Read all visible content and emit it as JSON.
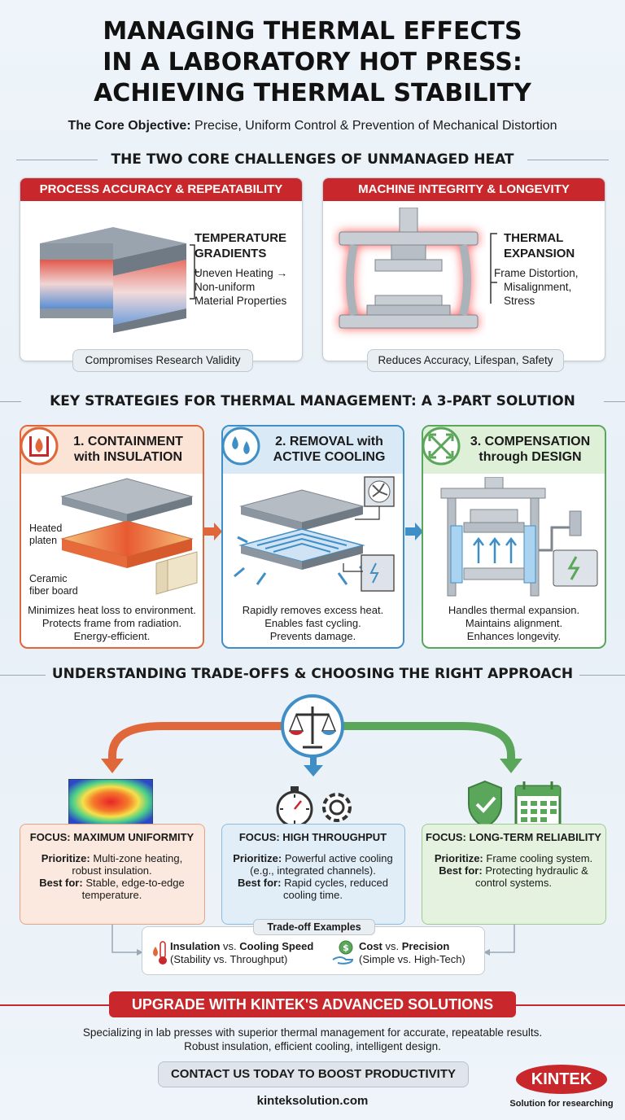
{
  "title": {
    "line1": "MANAGING THERMAL EFFECTS",
    "line2": "IN A LABORATORY HOT PRESS:",
    "line3": "ACHIEVING THERMAL STABILITY"
  },
  "objective": {
    "label": "The Core Objective:",
    "text": "Precise, Uniform Control & Prevention of Mechanical Distortion"
  },
  "challenges": {
    "heading": "THE TWO CORE CHALLENGES OF UNMANAGED HEAT",
    "left": {
      "header": "PROCESS ACCURACY & REPEATABILITY",
      "label1": "TEMPERATURE",
      "label2": "GRADIENTS",
      "desc1": "Uneven Heating →",
      "desc2": "Non-uniform",
      "desc3": "Material Properties",
      "footer": "Compromises Research Validity"
    },
    "right": {
      "header": "MACHINE INTEGRITY & LONGEVITY",
      "label1": "THERMAL",
      "label2": "EXPANSION",
      "desc1": "Frame Distortion,",
      "desc2": "Misalignment,",
      "desc3": "Stress",
      "footer": "Reduces Accuracy, Lifespan, Safety"
    }
  },
  "strategies": {
    "heading": "KEY STRATEGIES FOR THERMAL MANAGEMENT: A 3-PART SOLUTION",
    "items": [
      {
        "title1": "1. CONTAINMENT",
        "title2": "with INSULATION",
        "label_a1": "Heated",
        "label_a2": "platen",
        "label_b1": "Ceramic",
        "label_b2": "fiber board",
        "text1": "Minimizes heat loss to environment.",
        "text2": "Protects frame from radiation.",
        "text3": "Energy-efficient.",
        "color": "#e0673a"
      },
      {
        "title1": "2. REMOVAL with",
        "title2": "ACTIVE COOLING",
        "text1": "Rapidly removes excess heat.",
        "text2": "Enables fast cycling.",
        "text3": "Prevents damage.",
        "color": "#3f8fc6"
      },
      {
        "title1": "3. COMPENSATION",
        "title2": "through DESIGN",
        "text1": "Handles thermal expansion.",
        "text2": "Maintains alignment.",
        "text3": "Enhances longevity.",
        "color": "#5aa65a"
      }
    ]
  },
  "tradeoffs": {
    "heading": "UNDERSTANDING TRADE-OFFS & CHOOSING THE RIGHT APPROACH",
    "focus": [
      {
        "title": "FOCUS: MAXIMUM UNIFORMITY",
        "prio_label": "Prioritize:",
        "prio1": "Multi-zone heating,",
        "prio2": "robust insulation.",
        "best_label": "Best for:",
        "best1": "Stable, edge-to-edge",
        "best2": "temperature."
      },
      {
        "title": "FOCUS: HIGH THROUGHPUT",
        "prio_label": "Prioritize:",
        "prio1": "Powerful active cooling",
        "prio2": "(e.g., integrated channels).",
        "best_label": "Best for:",
        "best1": "Rapid cycles, reduced",
        "best2": "cooling time."
      },
      {
        "title": "FOCUS: LONG-TERM RELIABILITY",
        "prio_label": "Prioritize:",
        "prio1": "Frame cooling system.",
        "prio2": "",
        "best_label": "Best for:",
        "best1": "Protecting hydraulic &",
        "best2": "control systems."
      }
    ],
    "examples": {
      "title": "Trade-off Examples",
      "ex1_a": "Insulation",
      "ex1_vs": "vs.",
      "ex1_b": "Cooling Speed",
      "ex1_sub": "(Stability vs. Throughput)",
      "ex2_a": "Cost",
      "ex2_vs": "vs.",
      "ex2_b": "Precision",
      "ex2_sub": "(Simple vs. High-Tech)"
    }
  },
  "cta": {
    "banner": "UPGRADE WITH KINTEK'S ADVANCED SOLUTIONS",
    "line1": "Specializing in lab presses with superior thermal management for accurate, repeatable results.",
    "line2": "Robust insulation, efficient cooling, intelligent design.",
    "contact": "CONTACT US TODAY TO BOOST PRODUCTIVITY",
    "website": "kinteksolution.com",
    "logo": "KINTEK",
    "tagline": "Solution for researching"
  },
  "colors": {
    "red": "#c8272b",
    "orange": "#e0673a",
    "blue": "#3f8fc6",
    "green": "#5aa65a"
  }
}
